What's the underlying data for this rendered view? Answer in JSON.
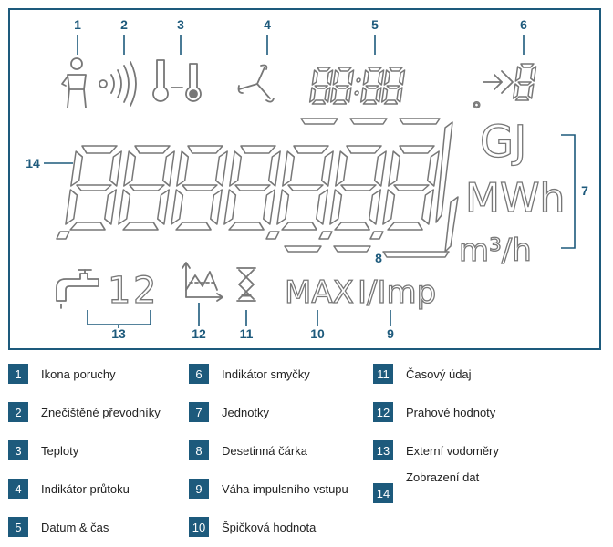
{
  "callouts": [
    "1",
    "2",
    "3",
    "4",
    "5",
    "6",
    "7",
    "8",
    "9",
    "10",
    "11",
    "12",
    "13",
    "14"
  ],
  "display": {
    "unit_gj": "GJ",
    "unit_mwh": "MWh",
    "unit_m3h": "m³/h",
    "degree": "°",
    "channel_1": "1",
    "channel_2": "2",
    "max": "MAX",
    "pulse": "I/Imp"
  },
  "legend": [
    {
      "num": "1",
      "label": "Ikona poruchy"
    },
    {
      "num": "2",
      "label": "Znečištěné převodníky"
    },
    {
      "num": "3",
      "label": "Teploty"
    },
    {
      "num": "4",
      "label": "Indikátor průtoku"
    },
    {
      "num": "5",
      "label": "Datum & čas"
    },
    {
      "num": "6",
      "label": "Indikátor smyčky"
    },
    {
      "num": "7",
      "label": "Jednotky"
    },
    {
      "num": "8",
      "label": "Desetinná čárka"
    },
    {
      "num": "9",
      "label": "Váha impulsního vstupu"
    },
    {
      "num": "10",
      "label": "Špičková hodnota"
    },
    {
      "num": "11",
      "label": "Časový údaj"
    },
    {
      "num": "12",
      "label": "Prahové hodnoty"
    },
    {
      "num": "13",
      "label": "Externí vodoměry"
    },
    {
      "num": "14",
      "label": "Zobrazení dat"
    }
  ],
  "colors": {
    "accent": "#1d5a7c",
    "segment": "#777777"
  }
}
